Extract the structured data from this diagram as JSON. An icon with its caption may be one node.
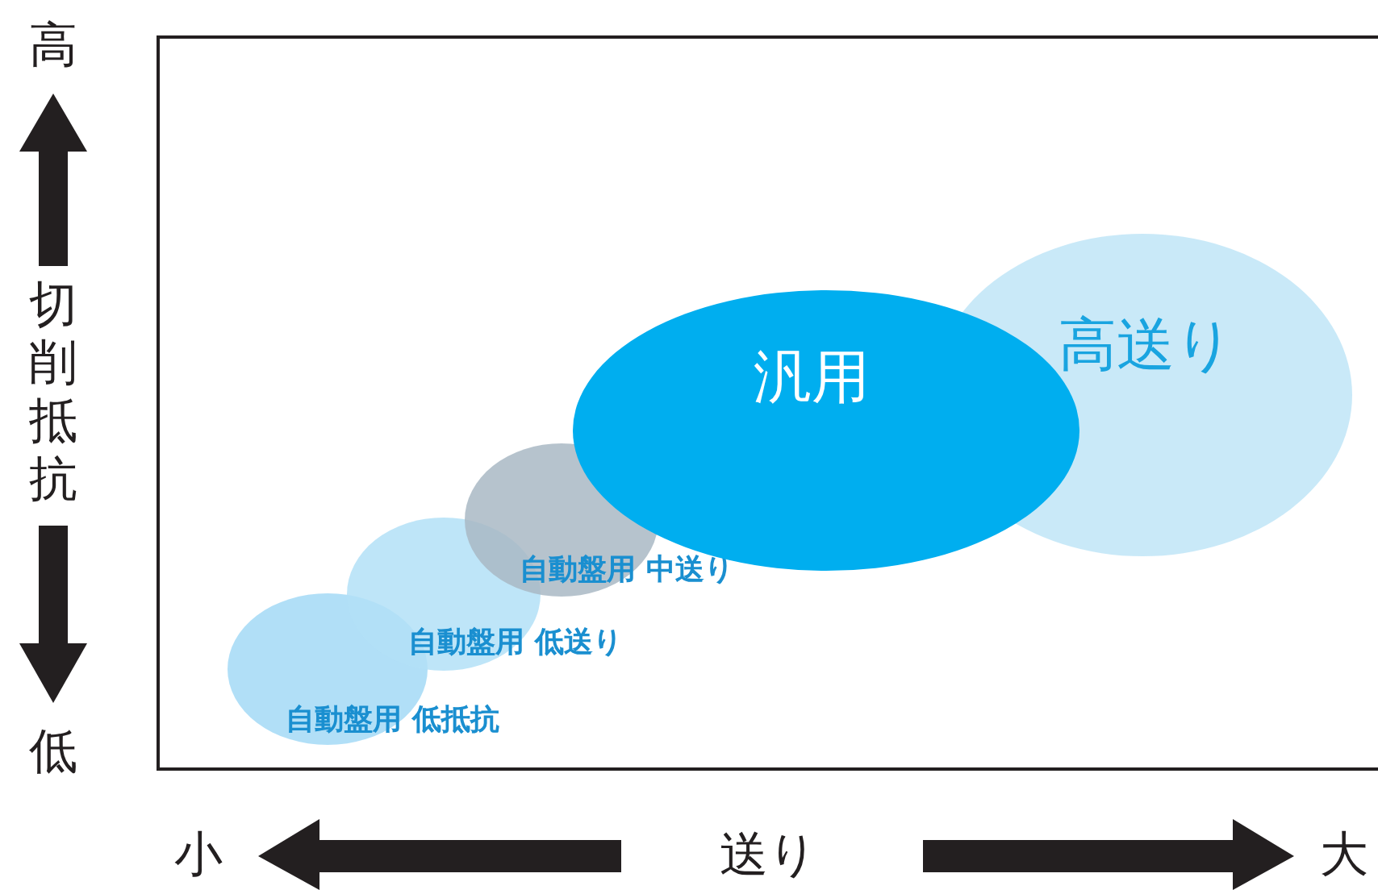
{
  "diagram": {
    "nodes": [
      {
        "text": [
          "高送り"
        ]
      },
      {
        "text": [
          "汎用"
        ]
      },
      {
        "text": [
          "自動盤用 中送り"
        ]
      },
      {
        "text": [
          "自動盤用 低送り"
        ]
      },
      {
        "text": [
          "自動盤用 低抵抗"
        ]
      }
    ],
    "labels": [
      "高",
      "切削抵抗",
      "低",
      "小",
      "送り",
      "大"
    ]
  }
}
